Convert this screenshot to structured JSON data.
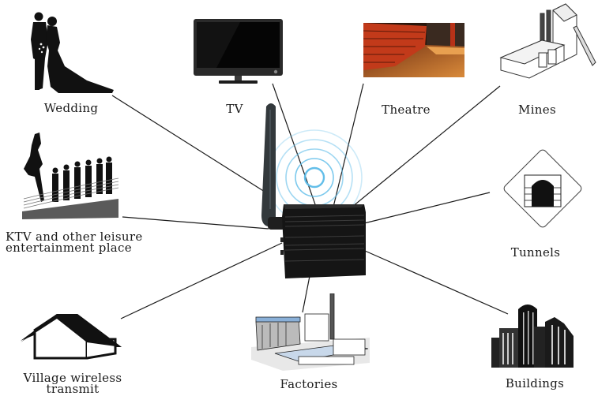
{
  "diagram": {
    "hub": {
      "name": "Wireless transmitter device",
      "icon": "router-antenna-icon",
      "signal_icon": "wifi-signal-rings-icon"
    },
    "applications": [
      {
        "id": "wedding",
        "label": "Wedding",
        "icon": "wedding-couple-icon"
      },
      {
        "id": "tv",
        "label": "TV",
        "icon": "tv-monitor-icon"
      },
      {
        "id": "theatre",
        "label": "Theatre",
        "icon": "theatre-seats-icon"
      },
      {
        "id": "mines",
        "label": "Mines",
        "icon": "mine-plant-icon"
      },
      {
        "id": "ktv",
        "label_line1": "KTV and other leisure",
        "label_line2": "entertainment place",
        "icon": "dancers-icon"
      },
      {
        "id": "tunnels",
        "label": "Tunnels",
        "icon": "tunnel-sign-icon"
      },
      {
        "id": "village",
        "label_line1": "Village wireless",
        "label_line2": "transmit",
        "icon": "house-icon"
      },
      {
        "id": "factories",
        "label": "Factories",
        "icon": "factory-icon"
      },
      {
        "id": "buildings",
        "label": "Buildings",
        "icon": "skyscrapers-icon"
      }
    ],
    "colors": {
      "signal": "#5bbbe8",
      "device": "#161616",
      "line": "#1a1a1a"
    }
  }
}
